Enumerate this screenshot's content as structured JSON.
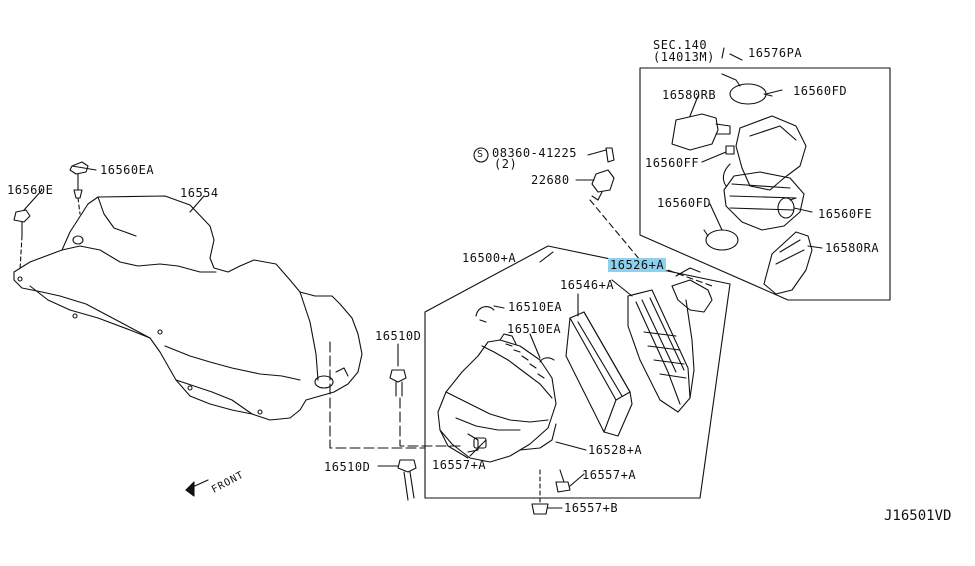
{
  "diagram": {
    "reference_code": "J16501VD",
    "direction_label": "FRONT",
    "colors": {
      "line": "#111111",
      "highlight": "#8fd0ee"
    },
    "callouts": {
      "sec": "SEC.140",
      "sec_sub": "(14013M)",
      "p16576PA": "16576PA",
      "p16560FD_top": "16560FD",
      "p16580RB": "16580RB",
      "p16560FF": "16560FF",
      "p16560FD_mid": "16560FD",
      "p16560FE": "16560FE",
      "p16580RA": "16580RA",
      "bolt_spec": "08360-41225",
      "bolt_qty": "(2)",
      "p22680": "22680",
      "p16560EA": "16560EA",
      "p16560E": "16560E",
      "p16554": "16554",
      "p16500A": "16500+A",
      "p16526A": "16526+A",
      "p16546A": "16546+A",
      "p16510EA_1": "16510EA",
      "p16510EA_2": "16510EA",
      "p16510D_top": "16510D",
      "p16510D_bot": "16510D",
      "p16528A": "16528+A",
      "p16557A_left": "16557+A",
      "p16557A_right": "16557+A",
      "p16557B": "16557+B"
    }
  }
}
